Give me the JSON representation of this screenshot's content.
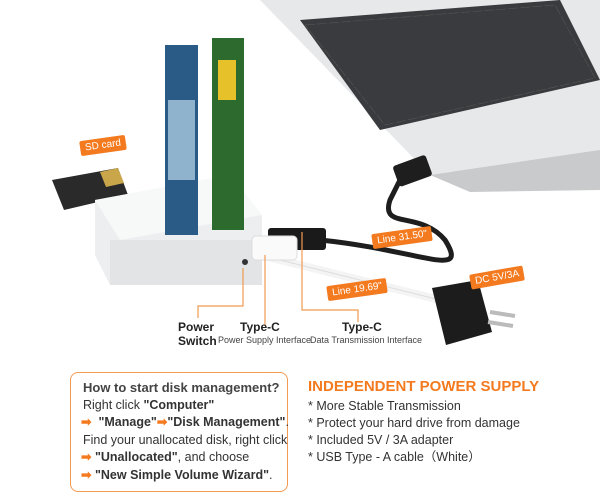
{
  "callouts": {
    "sd_card": "SD card",
    "line_long": "Line 31.50\"",
    "line_short": "Line 19.69\"",
    "adapter": "DC 5V/3A"
  },
  "ports": {
    "power_switch": [
      "Power",
      "Switch"
    ],
    "type_c_power": {
      "title": "Type-C",
      "subtitle": "Power Supply Interface"
    },
    "type_c_data": {
      "title": "Type-C",
      "subtitle": "Data Transmission Interface"
    }
  },
  "instructions": {
    "heading": "How to start disk management?",
    "line1_prefix": "Right click ",
    "line1_bold": "\"Computer\"",
    "line2_a": "\"Manage\"",
    "line2_b": "\"Disk Management\"",
    "line2_suffix": ".",
    "line3": "Find your unallocated disk, right click",
    "line4_bold": "\"Unallocated\"",
    "line4_suffix": ", and choose",
    "line5_bold": "\"New Simple Volume Wizard\"",
    "line5_suffix": ".",
    "arrow": "➡"
  },
  "power_supply": {
    "title": "INDEPENDENT POWER SUPPLY",
    "items": [
      "*   More Stable Transmission",
      "*   Protect your hard drive from damage",
      "*   Included 5V / 3A adapter",
      "*   USB Type - A cable（White）"
    ]
  },
  "colors": {
    "accent": "#f47a1f"
  }
}
